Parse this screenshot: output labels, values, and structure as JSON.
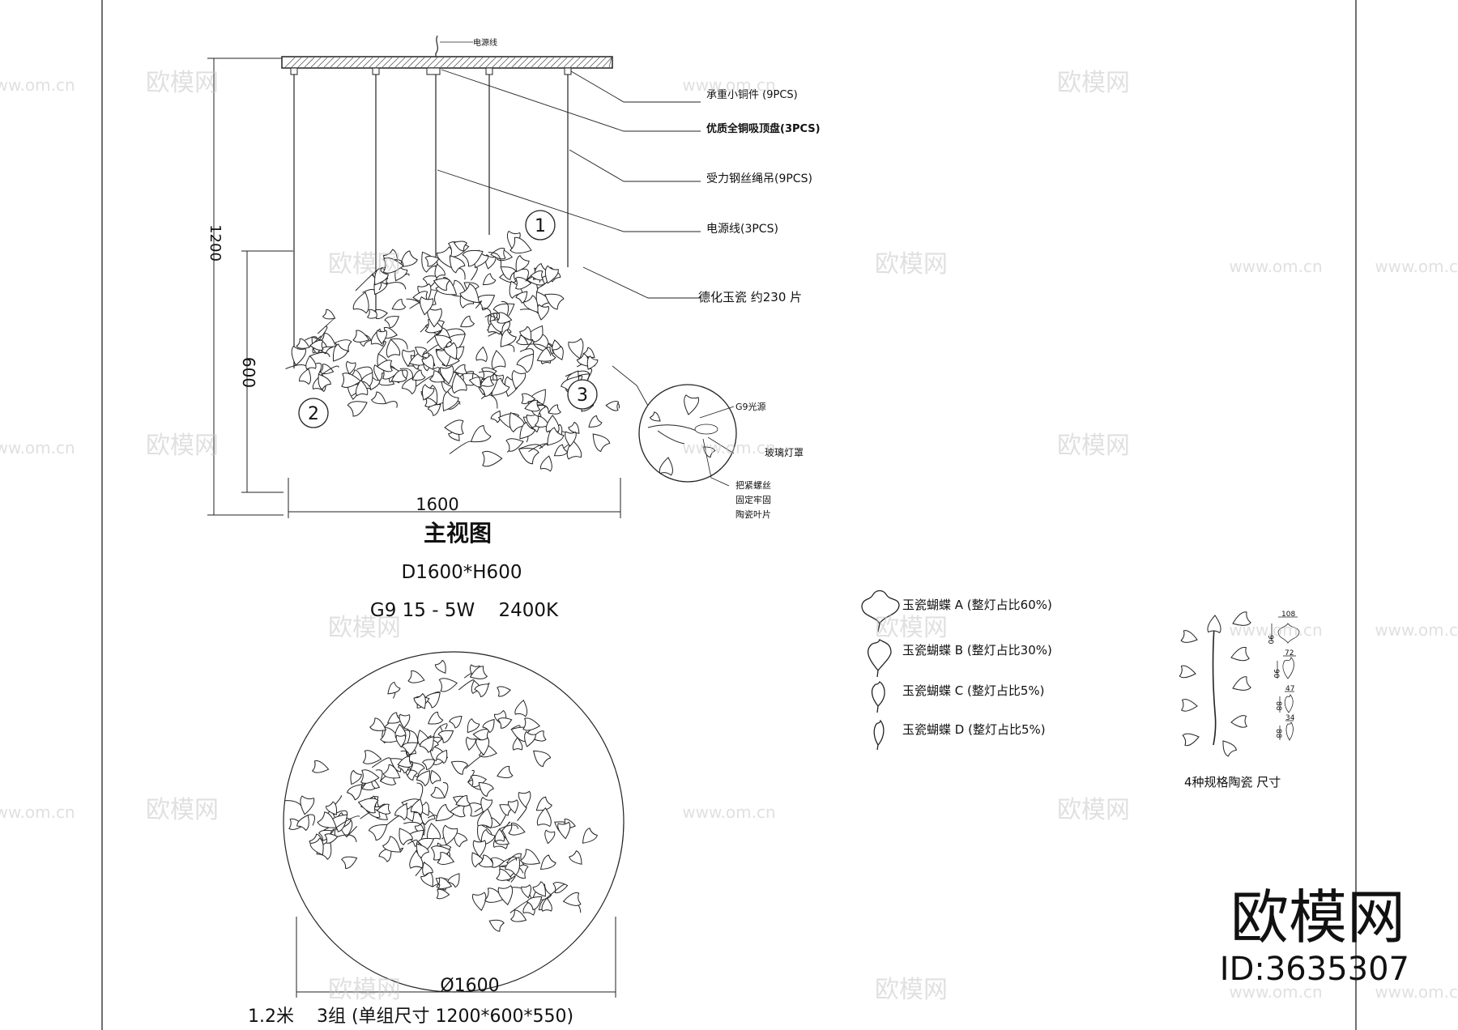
{
  "drawing": {
    "callouts": {
      "power_top": "电源线",
      "bracket": "承重小铜件 (9PCS)",
      "canopy": "优质全铜吸顶盘(3PCS)",
      "wire": "受力钢丝绳吊(9PCS)",
      "power": "电源线(3PCS)",
      "porcelain": "德化玉瓷 约230 片",
      "g9": "G9光源",
      "glass": "玻璃灯罩",
      "screw_1": "把紧螺丝",
      "screw_2": "固定牢固",
      "screw_3": "陶瓷叶片"
    },
    "group_numbers": [
      "1",
      "2",
      "3"
    ],
    "dimensions": {
      "height_total": "1200",
      "height_cluster": "600",
      "width": "1600",
      "diameter": "Ø1600"
    },
    "titles": {
      "front_view": "主视图",
      "size": "D1600*H600",
      "spec": "G9 15 - 5W    2400K",
      "bottom_note": "1.2米    3组 (单组尺寸 1200*600*550)"
    },
    "legend": [
      {
        "label": "玉瓷蝴蝶 A (整灯占比60%)"
      },
      {
        "label": "玉瓷蝴蝶 B (整灯占比30%)"
      },
      {
        "label": "玉瓷蝴蝶 C (整灯占比5%)"
      },
      {
        "label": "玉瓷蝴蝶 D (整灯占比5%)"
      }
    ],
    "spec_sizes": {
      "a_w": "108",
      "a_h": "90",
      "b_w": "72",
      "b_h": "90",
      "c_w": "47",
      "c_h": "88",
      "d_w": "34",
      "d_h": "88",
      "caption": "4种规格陶瓷 尺寸"
    }
  },
  "watermark": {
    "brand": "欧模网",
    "url": "www.om.cn",
    "id": "ID:3635307"
  }
}
